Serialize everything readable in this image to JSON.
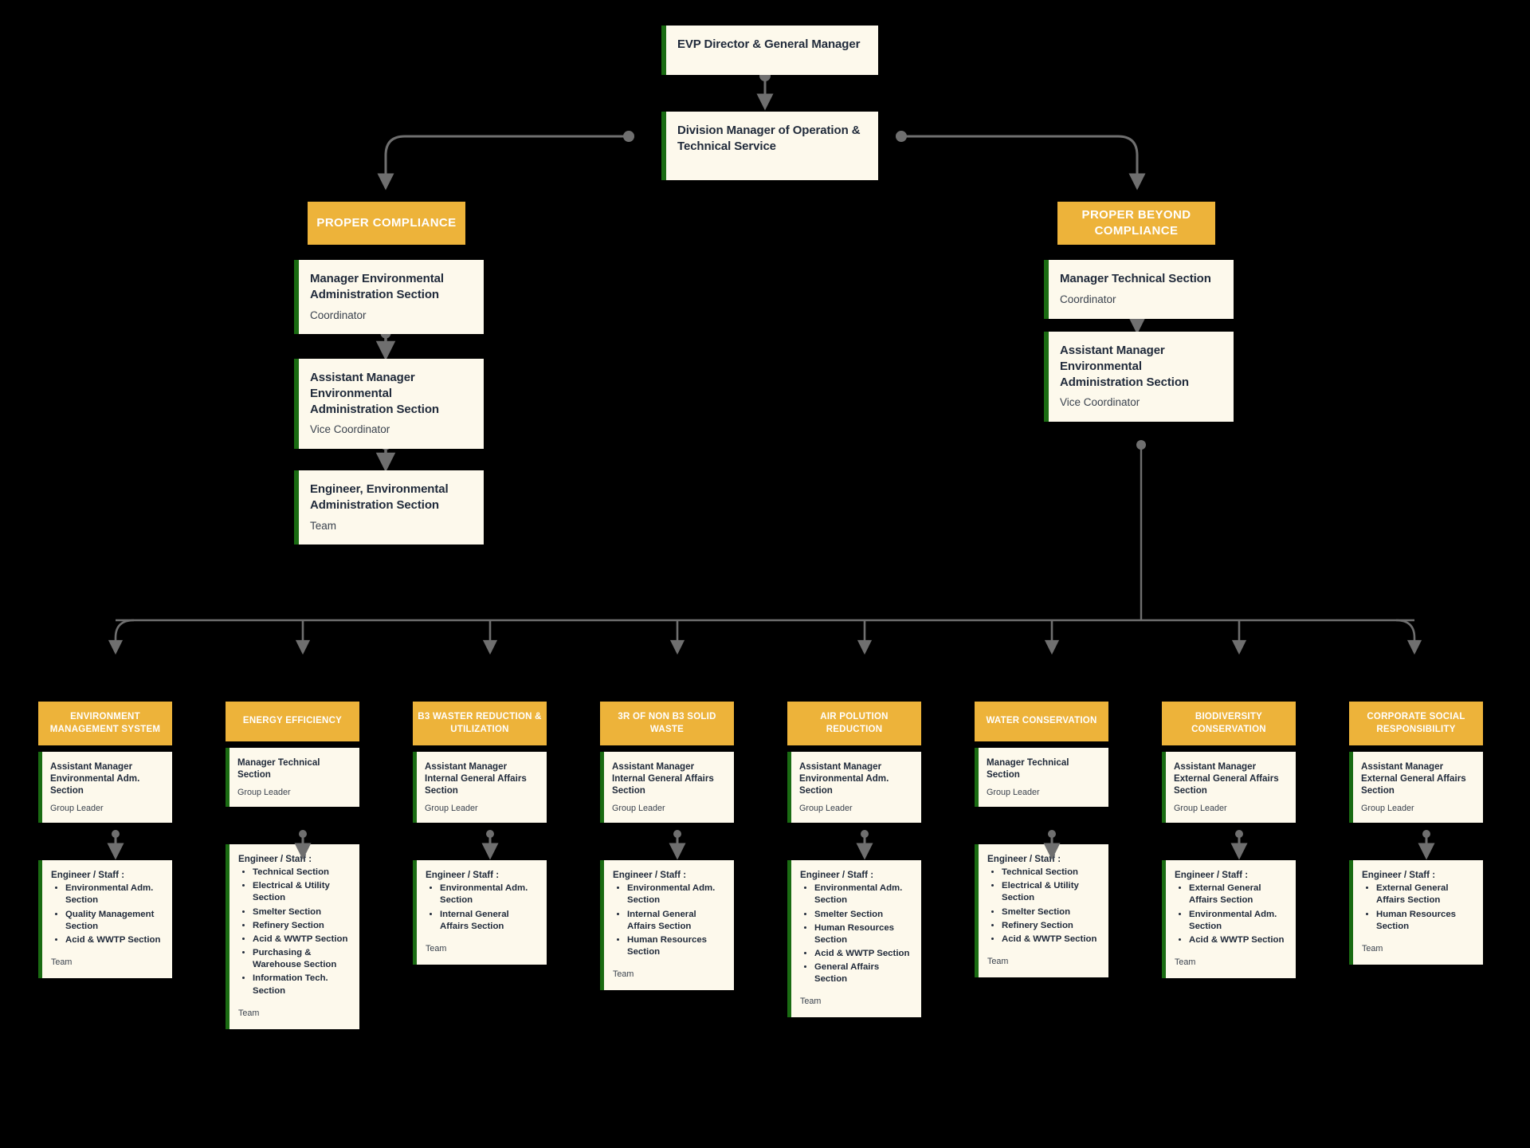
{
  "colors": {
    "background": "#000000",
    "banner": "#EDB33A",
    "card": "#FDF9EC",
    "accent_green": "#1A6B12",
    "connector": "#6F6F6F",
    "text_dark": "#212B3B"
  },
  "top": {
    "evp": {
      "title": "EVP Director & General Manager"
    },
    "division_manager": {
      "title": "Division Manager of Operation & Technical Service"
    }
  },
  "branches": [
    {
      "banner": "PROPER COMPLIANCE",
      "nodes": [
        {
          "title": "Manager Environmental Administration Section",
          "sub": "Coordinator"
        },
        {
          "title": "Assistant Manager Environmental Administration Section",
          "sub": "Vice Coordinator"
        },
        {
          "title": "Engineer, Environmental Administration Section",
          "sub": "Team"
        }
      ]
    },
    {
      "banner": "PROPER BEYOND COMPLIANCE",
      "nodes": [
        {
          "title": "Manager Technical Section",
          "sub": "Coordinator"
        },
        {
          "title": "Assistant Manager Environmental Administration Section",
          "sub": "Vice Coordinator"
        }
      ]
    }
  ],
  "programs": [
    {
      "banner": "ENVIRONMENT MANAGEMENT SYSTEM",
      "lead_title": "Assistant Manager Environmental Adm. Section",
      "lead_sub": "Group Leader",
      "staff_heading": "Engineer / Staff :",
      "staff": [
        "Environmental Adm. Section",
        "Quality Management Section",
        "Acid & WWTP Section"
      ],
      "team_label": "Team"
    },
    {
      "banner": "ENERGY EFFICIENCY",
      "lead_title": "Manager Technical Section",
      "lead_sub": "Group Leader",
      "staff_heading": "Engineer / Staff :",
      "staff": [
        "Technical Section",
        "Electrical & Utility Section",
        "Smelter Section",
        "Refinery Section",
        "Acid & WWTP Section",
        "Purchasing & Warehouse Section",
        "Information Tech. Section"
      ],
      "team_label": "Team"
    },
    {
      "banner": "B3 WASTER REDUCTION & UTILIZATION",
      "lead_title": "Assistant Manager Internal General Affairs Section",
      "lead_sub": "Group Leader",
      "staff_heading": "Engineer / Staff :",
      "staff": [
        "Environmental Adm. Section",
        "Internal General Affairs Section"
      ],
      "team_label": "Team"
    },
    {
      "banner": "3R of NON B3 SOLID WASTE",
      "lead_title": "Assistant Manager Internal General Affairs Section",
      "lead_sub": "Group Leader",
      "staff_heading": "Engineer / Staff :",
      "staff": [
        "Environmental Adm. Section",
        "Internal General Affairs Section",
        "Human Resources Section"
      ],
      "team_label": "Team"
    },
    {
      "banner": "AIR POLUTION REDUCTION",
      "lead_title": "Assistant Manager Environmental Adm. Section",
      "lead_sub": "Group Leader",
      "staff_heading": "Engineer / Staff :",
      "staff": [
        "Environmental Adm. Section",
        "Smelter Section",
        "Human Resources Section",
        "Acid & WWTP Section",
        "General Affairs Section"
      ],
      "team_label": "Team"
    },
    {
      "banner": "WATER CONSERVATION",
      "lead_title": "Manager Technical Section",
      "lead_sub": "Group Leader",
      "staff_heading": "Engineer / Staff :",
      "staff": [
        "Technical Section",
        "Electrical & Utility Section",
        "Smelter Section",
        "Refinery Section",
        "Acid & WWTP Section"
      ],
      "team_label": "Team"
    },
    {
      "banner": "BIODIVERSITY CONSERVATION",
      "lead_title": "Assistant Manager External General Affairs Section",
      "lead_sub": "Group Leader",
      "staff_heading": "Engineer / Staff :",
      "staff": [
        "External General Affairs Section",
        "Environmental Adm. Section",
        "Acid & WWTP Section"
      ],
      "team_label": "Team"
    },
    {
      "banner": "CORPORATE SOCIAL RESPONSIBILITY",
      "lead_title": "Assistant Manager External General Affairs Section",
      "lead_sub": "Group Leader",
      "staff_heading": "Engineer / Staff :",
      "staff": [
        "External General Affairs Section",
        "Human Resources Section"
      ],
      "team_label": "Team"
    }
  ]
}
